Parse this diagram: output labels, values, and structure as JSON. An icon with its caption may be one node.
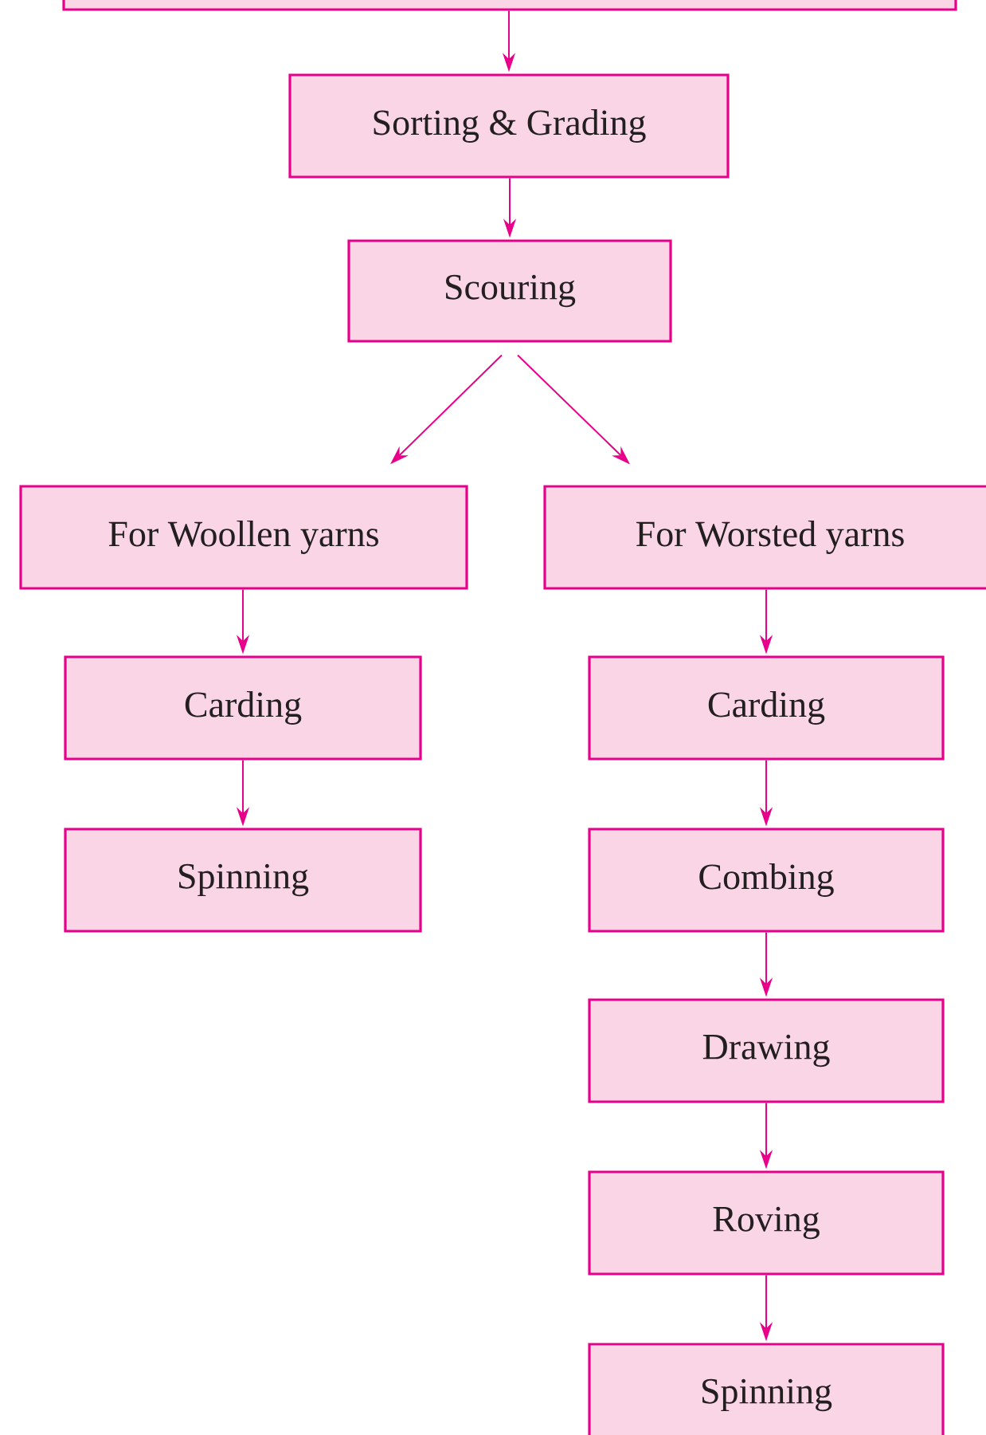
{
  "diagram": {
    "nodes": [
      {
        "text": [],
        "shape": "box"
      },
      {
        "text": [
          "Sorting & Grading"
        ]
      },
      {
        "text": [
          "Scouring"
        ]
      },
      {
        "text": [
          "For Woollen yarns"
        ]
      },
      {
        "text": [
          "For Worsted yarns"
        ]
      },
      {
        "text": [
          "Carding"
        ]
      },
      {
        "text": [
          "Spinning"
        ]
      },
      {
        "text": [
          "Carding"
        ]
      },
      {
        "text": [
          "Combing"
        ]
      },
      {
        "text": [
          "Drawing"
        ]
      },
      {
        "text": [
          "Roving"
        ]
      },
      {
        "text": [
          "Spinning"
        ]
      }
    ],
    "edges": [
      {
        "from": 0,
        "to": 1,
        "arrow": "to"
      },
      {
        "from": 1,
        "to": 2,
        "arrow": "to"
      },
      {
        "from": 2,
        "to": 3,
        "arrow": "to"
      },
      {
        "from": 2,
        "to": 4,
        "arrow": "to"
      },
      {
        "from": 3,
        "to": 5,
        "arrow": "to"
      },
      {
        "from": 5,
        "to": 6,
        "arrow": "to"
      },
      {
        "from": 4,
        "to": 7,
        "arrow": "to"
      },
      {
        "from": 7,
        "to": 8,
        "arrow": "to"
      },
      {
        "from": 8,
        "to": 9,
        "arrow": "to"
      },
      {
        "from": 9,
        "to": 10,
        "arrow": "to"
      },
      {
        "from": 10,
        "to": 11,
        "arrow": "to"
      }
    ]
  }
}
